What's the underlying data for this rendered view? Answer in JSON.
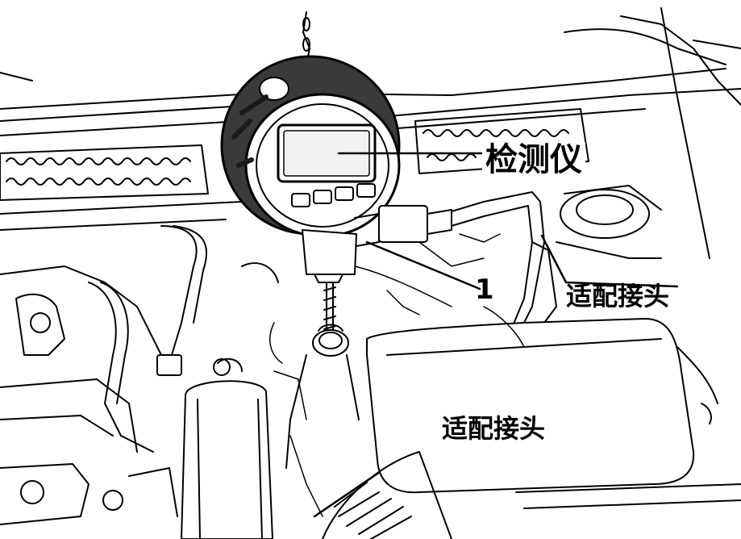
{
  "labels": {
    "detector": "检测仪",
    "adapter_right": "适配接头",
    "callout_number": "1",
    "adapter_bottom": "适配接头"
  },
  "colors": {
    "line": "#000000",
    "background": "#ffffff",
    "gauge_rim": "#3a3a3a",
    "gauge_rim_shade": "#1a1a1a"
  },
  "icons": [
    "digital-gauge-icon",
    "engine-bay-illustration"
  ]
}
